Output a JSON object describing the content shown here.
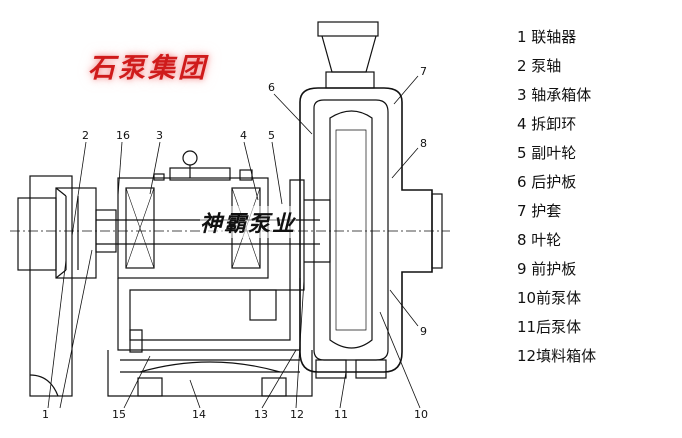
{
  "logo_text": "石泵集团",
  "watermark_text": "神霸泵业",
  "callouts": {
    "n1": "1",
    "n2": "2",
    "n3": "3",
    "n4": "4",
    "n5": "5",
    "n6": "6",
    "n7": "7",
    "n8": "8",
    "n9": "9",
    "n10": "10",
    "n11": "11",
    "n12": "12",
    "n13": "13",
    "n14": "14",
    "n15": "15",
    "n16": "16"
  },
  "legend": [
    "1 联轴器",
    "2 泵轴",
    "3 轴承箱体",
    "4 拆卸环",
    "5 副叶轮",
    "6 后护板",
    "7 护套",
    "8 叶轮",
    "9 前护板",
    "10前泵体",
    "11后泵体",
    "12填料箱体"
  ]
}
